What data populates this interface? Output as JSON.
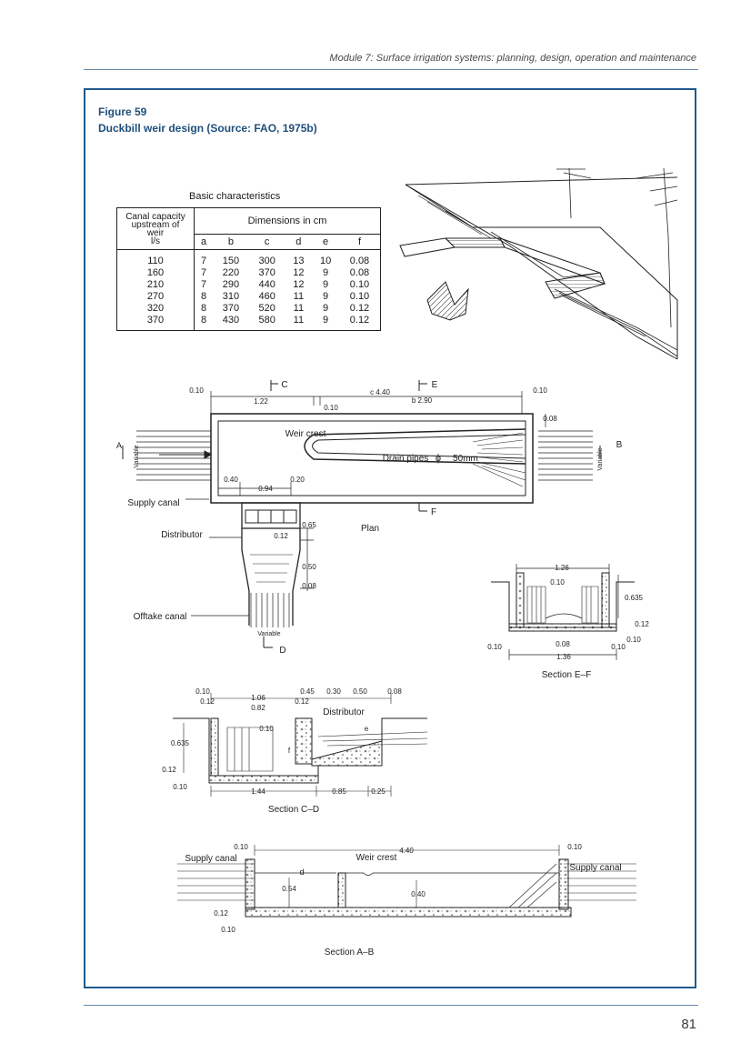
{
  "header": {
    "running_title": "Module 7: Surface irrigation systems: planning, design, operation and maintenance"
  },
  "figure": {
    "label": "Figure 59",
    "caption": "Duckbill weir design (Source: FAO, 1975b)"
  },
  "table": {
    "title": "Basic characteristics",
    "capacity_header": [
      "Canal capacity",
      "upstream of",
      "weir",
      "l/s"
    ],
    "dimensions_header": "Dimensions in cm",
    "columns": [
      "a",
      "b",
      "c",
      "d",
      "e",
      "f"
    ],
    "rows": [
      [
        "110",
        "7",
        "150",
        "300",
        "13",
        "10",
        "0.08"
      ],
      [
        "160",
        "7",
        "220",
        "370",
        "12",
        "9",
        "0.08"
      ],
      [
        "210",
        "7",
        "290",
        "440",
        "12",
        "9",
        "0.10"
      ],
      [
        "270",
        "8",
        "310",
        "460",
        "11",
        "9",
        "0.10"
      ],
      [
        "320",
        "8",
        "370",
        "520",
        "11",
        "9",
        "0.12"
      ],
      [
        "370",
        "8",
        "430",
        "580",
        "11",
        "9",
        "0.12"
      ]
    ]
  },
  "plan": {
    "title": "Plan",
    "labels": {
      "weir_crest": "Weir crest",
      "drain_pipes": "Drain pipes",
      "phi": "ϕ",
      "pipe_size": "50mm",
      "supply_canal": "Supply canal",
      "distributor": "Distributor",
      "offtake_canal": "Offtake canal",
      "variable": "Variable",
      "A": "A",
      "B": "B",
      "C": "C",
      "D": "D",
      "E": "E",
      "F": "F"
    },
    "dims": {
      "d010_left": "0.10",
      "d122": "1.22",
      "d010_mid": "0.10",
      "dc440": "c 4.40",
      "db290": "b 2.90",
      "d010_right": "0.10",
      "d008_right": "0.08",
      "d040": "0.40",
      "d094": "0.94",
      "d020": "0.20",
      "d065": "0.65",
      "d012": "0.12",
      "d050": "0.50",
      "d008_low": "0.08"
    }
  },
  "section_ef": {
    "title": "Section  E–F",
    "dims": {
      "d126": "1.26",
      "d010_top": "0.10",
      "d0635": "0.635",
      "d012": "0.12",
      "d010_r": "0.10",
      "d010_l": "0.10",
      "d008": "0.08",
      "d010_b": "0.10",
      "d136": "1.36"
    }
  },
  "section_cd": {
    "title": "Section  C–D",
    "labels": {
      "distributor": "Distributor",
      "e": "e",
      "f": "f"
    },
    "dims": {
      "d010": "0.10",
      "d106": "1.06",
      "d012a": "0.12",
      "d082": "0.82",
      "d045": "0.45",
      "d012b": "0.12",
      "d030": "0.30",
      "d050": "0.50",
      "d008": "0.08",
      "d010_mid": "0.10",
      "d0635": "0.635",
      "d012c": "0.12",
      "d010_b": "0.10",
      "d144": "1.44",
      "d085": "0.85",
      "d025": "0.25"
    }
  },
  "section_ab": {
    "title": "Section  A–B",
    "labels": {
      "supply_left": "Supply canal",
      "supply_right": "Supply canal",
      "weir_crest": "Weir crest",
      "d": "d"
    },
    "dims": {
      "d010_l": "0.10",
      "d440": "4.40",
      "d010_r": "0.10",
      "d054": "0.54",
      "d040": "0.40",
      "d012": "0.12",
      "d010_b": "0.10"
    }
  },
  "page": {
    "number": "81"
  }
}
